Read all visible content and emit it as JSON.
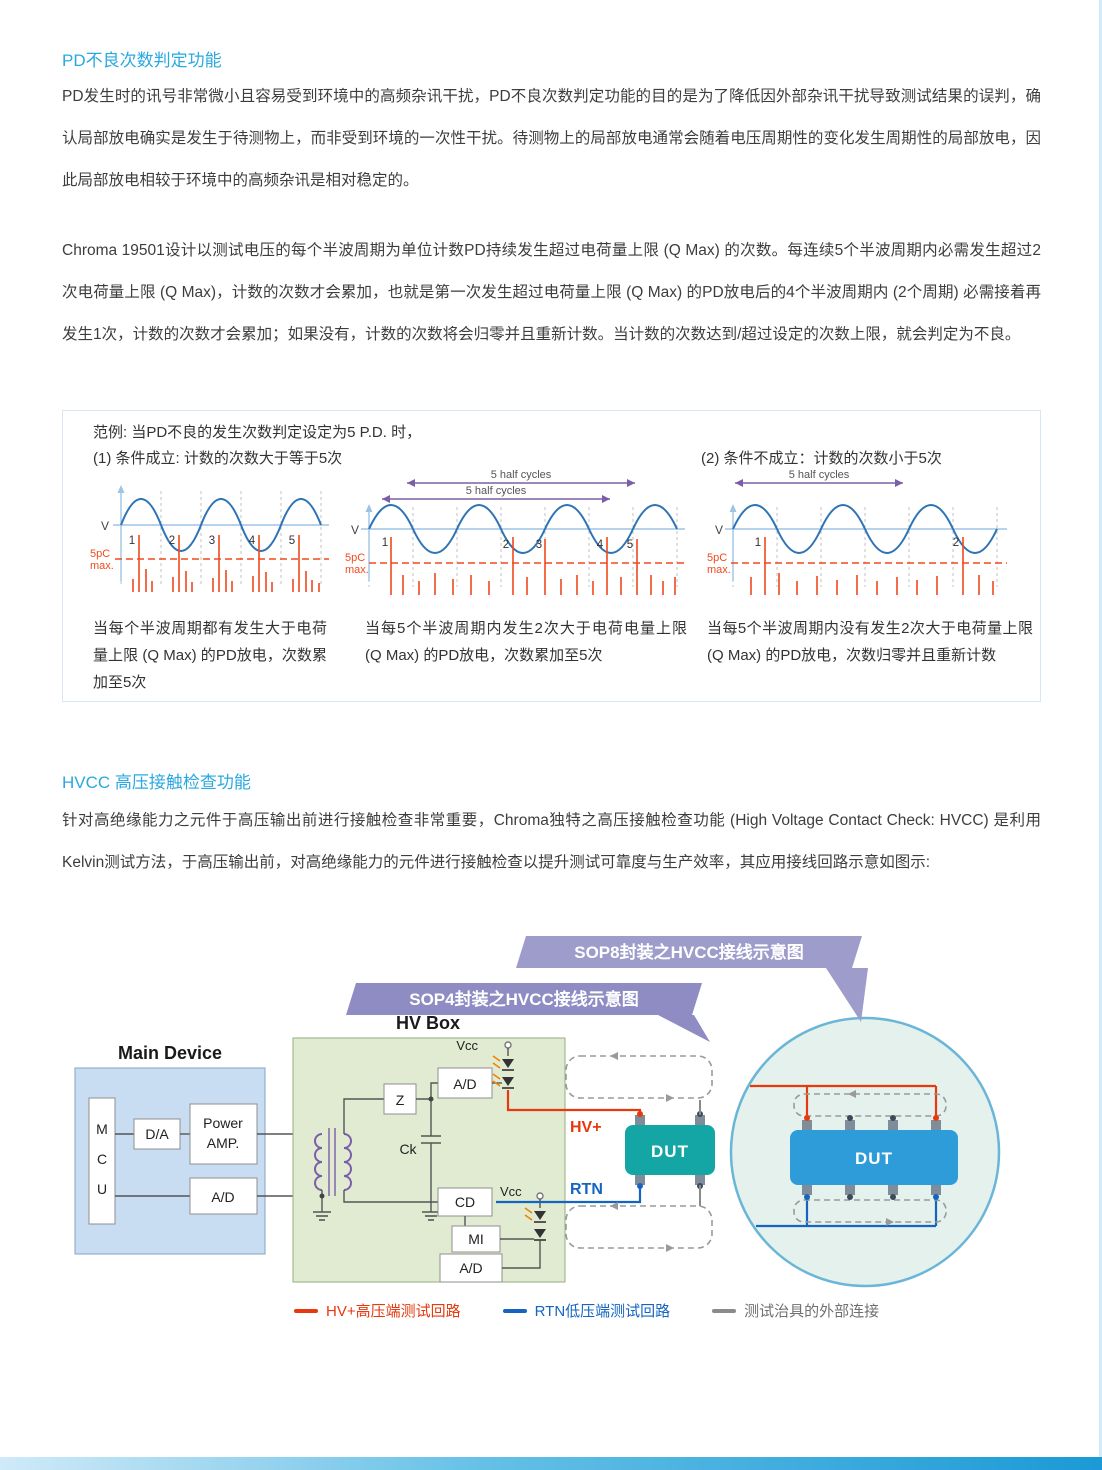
{
  "pd_section": {
    "heading": "PD不良次数判定功能",
    "para1": "PD发生时的讯号非常微小且容易受到环境中的高频杂讯干扰，PD不良次数判定功能的目的是为了降低因外部杂讯干扰导致测试结果的误判，确认局部放电确实是发生于待测物上，而非受到环境的一次性干扰。待测物上的局部放电通常会随着电压周期性的变化发生周期性的局部放电，因此局部放电相较于环境中的高频杂讯是相对稳定的。",
    "para2": "Chroma 19501设计以测试电压的每个半波周期为单位计数PD持续发生超过电荷量上限 (Q Max) 的次数。每连续5个半波周期内必需发生超过2次电荷量上限 (Q Max)，计数的次数才会累加，也就是第一次发生超过电荷量上限 (Q Max) 的PD放电后的4个半波周期内 (2个周期) 必需接着再发生1次，计数的次数才会累加；如果没有，计数的次数将会归零并且重新计数。当计数的次数达到/超过设定的次数上限，就会判定为不良。"
  },
  "example": {
    "title": "范例: 当PD不良的发生次数判定设定为5 P.D. 时，",
    "case1_label": "(1) 条件成立: 计数的次数大于等于5次",
    "case2_label": "(2) 条件不成立：计数的次数小于5次",
    "waveform_labels": {
      "v": "V",
      "threshold_line1": "5pC",
      "threshold_line2": "max.",
      "half_cycles": "5 half cycles"
    },
    "d1": {
      "n1": "1",
      "n2": "2",
      "n3": "3",
      "n4": "4",
      "n5": "5"
    },
    "d2": {
      "n1": "1",
      "n2": "2",
      "n3": "3",
      "n4": "4",
      "n5": "5"
    },
    "d3": {
      "n1": "1",
      "n2": "2"
    },
    "caption1": "当每个半波周期都有发生大于电荷量上限 (Q Max) 的PD放电，次数累加至5次",
    "caption2": "当每5个半波周期内发生2次大于电荷电量上限 (Q Max) 的PD放电，次数累加至5次",
    "caption3": "当每5个半波周期内没有发生2次大于电荷量上限 (Q Max) 的PD放电，次数归零并且重新计数"
  },
  "hvcc_section": {
    "heading": "HVCC 高压接触检查功能",
    "para": "针对高绝缘能力之元件于高压输出前进行接触检查非常重要，Chroma独特之高压接触检查功能 (High Voltage Contact Check: HVCC) 是利用Kelvin测试方法，于高压输出前，对高绝缘能力的元件进行接触检查以提升测试可靠度与生产效率，其应用接线回路示意如图示:"
  },
  "circuit": {
    "banner_sop8": "SOP8封装之HVCC接线示意图",
    "banner_sop4": "SOP4封装之HVCC接线示意图",
    "hv_box_label": "HV Box",
    "main_device_label": "Main Device",
    "mcu_letters": [
      "M",
      "C",
      "U"
    ],
    "da": "D/A",
    "power_amp_line1": "Power",
    "power_amp_line2": "AMP.",
    "ad": "A/D",
    "z": "Z",
    "ck": "Ck",
    "vcc": "Vcc",
    "cd": "CD",
    "mi": "MI",
    "hv_plus": "HV+",
    "rtn": "RTN",
    "dut": "DUT",
    "legend": [
      {
        "label": "HV+高压端测试回路",
        "color": "#e8380d"
      },
      {
        "label": "RTN低压端测试回路",
        "color": "#1565c0"
      },
      {
        "label": "测试治具的外部连接",
        "color": "#8a8a8a"
      }
    ]
  }
}
